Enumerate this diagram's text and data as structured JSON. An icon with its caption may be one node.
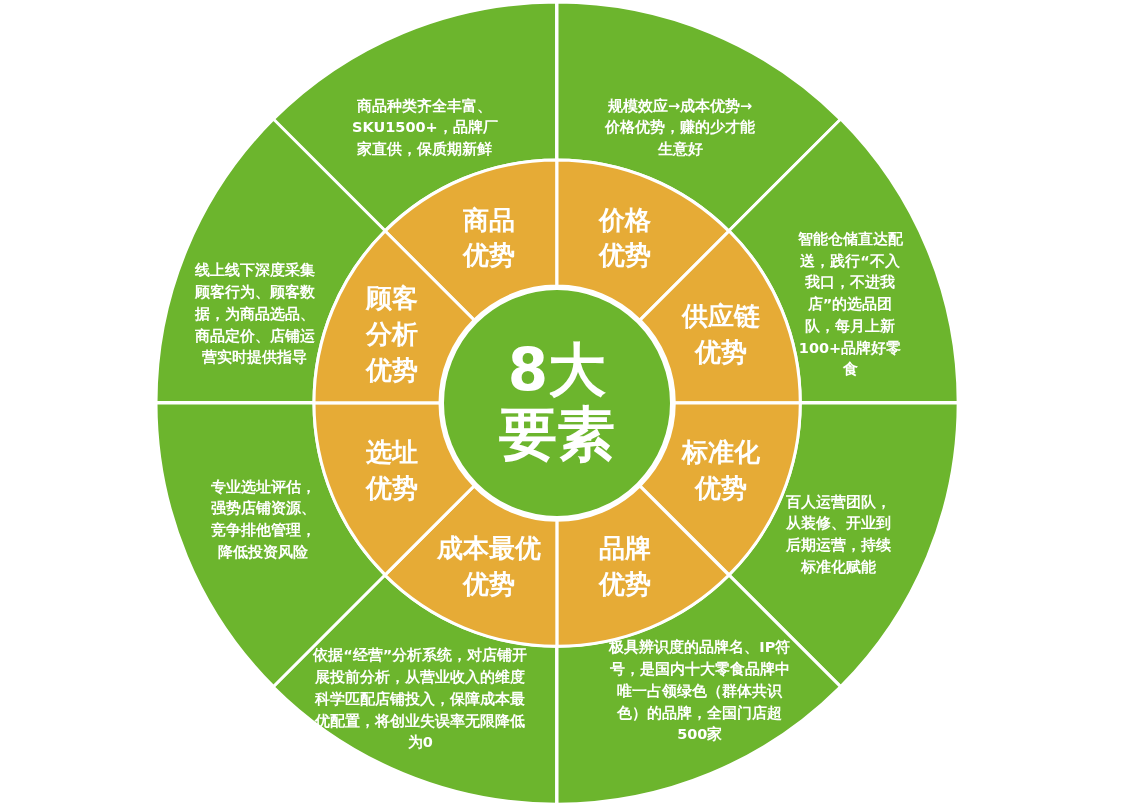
{
  "diagram": {
    "nodes": [
      {
        "text": [
          "8大要素"
        ]
      },
      {
        "text": [
          "商品优势"
        ]
      },
      {
        "text": [
          "价格优势"
        ]
      },
      {
        "text": [
          "供应链优势"
        ]
      },
      {
        "text": [
          "标准化优势"
        ]
      },
      {
        "text": [
          "品牌优势"
        ]
      },
      {
        "text": [
          "成本最优优势"
        ]
      },
      {
        "text": [
          "选址优势"
        ]
      },
      {
        "text": [
          "顾客分析优势"
        ]
      },
      {
        "text": [
          "商品种类齐全丰富、SKU1500+，品牌厂家直供，保质期新鲜"
        ]
      },
      {
        "text": [
          "规模效应→成本优势→价格优势，赚的少才能生意好"
        ]
      },
      {
        "text": [
          "智能仓储直达配送，践行“不入我口，不进我店”的选品团队，每月上新100+品牌好零食"
        ]
      },
      {
        "text": [
          "百人运营团队，从装修、开业到后期运营，持续标准化赋能"
        ]
      },
      {
        "text": [
          "极具辨识度的品牌名、IP符号，是国内十大零食品牌中唯一占领绿色（群体共识色）的品牌，全国门店超500家"
        ]
      },
      {
        "text": [
          "依据“经营”分析系统，对店铺开展投前分析，从营业收入的维度科学匹配店铺投入，保障成本最优配置，将创业失误率无限降低为0"
        ]
      },
      {
        "text": [
          "专业选址评估，强势店铺资源、竞争排他管理，降低投资风险"
        ]
      },
      {
        "text": [
          "线上线下深度采集顾客行为、顾客数据，为商品选品、商品定价、店铺运营实时提供指导"
        ]
      }
    ]
  }
}
